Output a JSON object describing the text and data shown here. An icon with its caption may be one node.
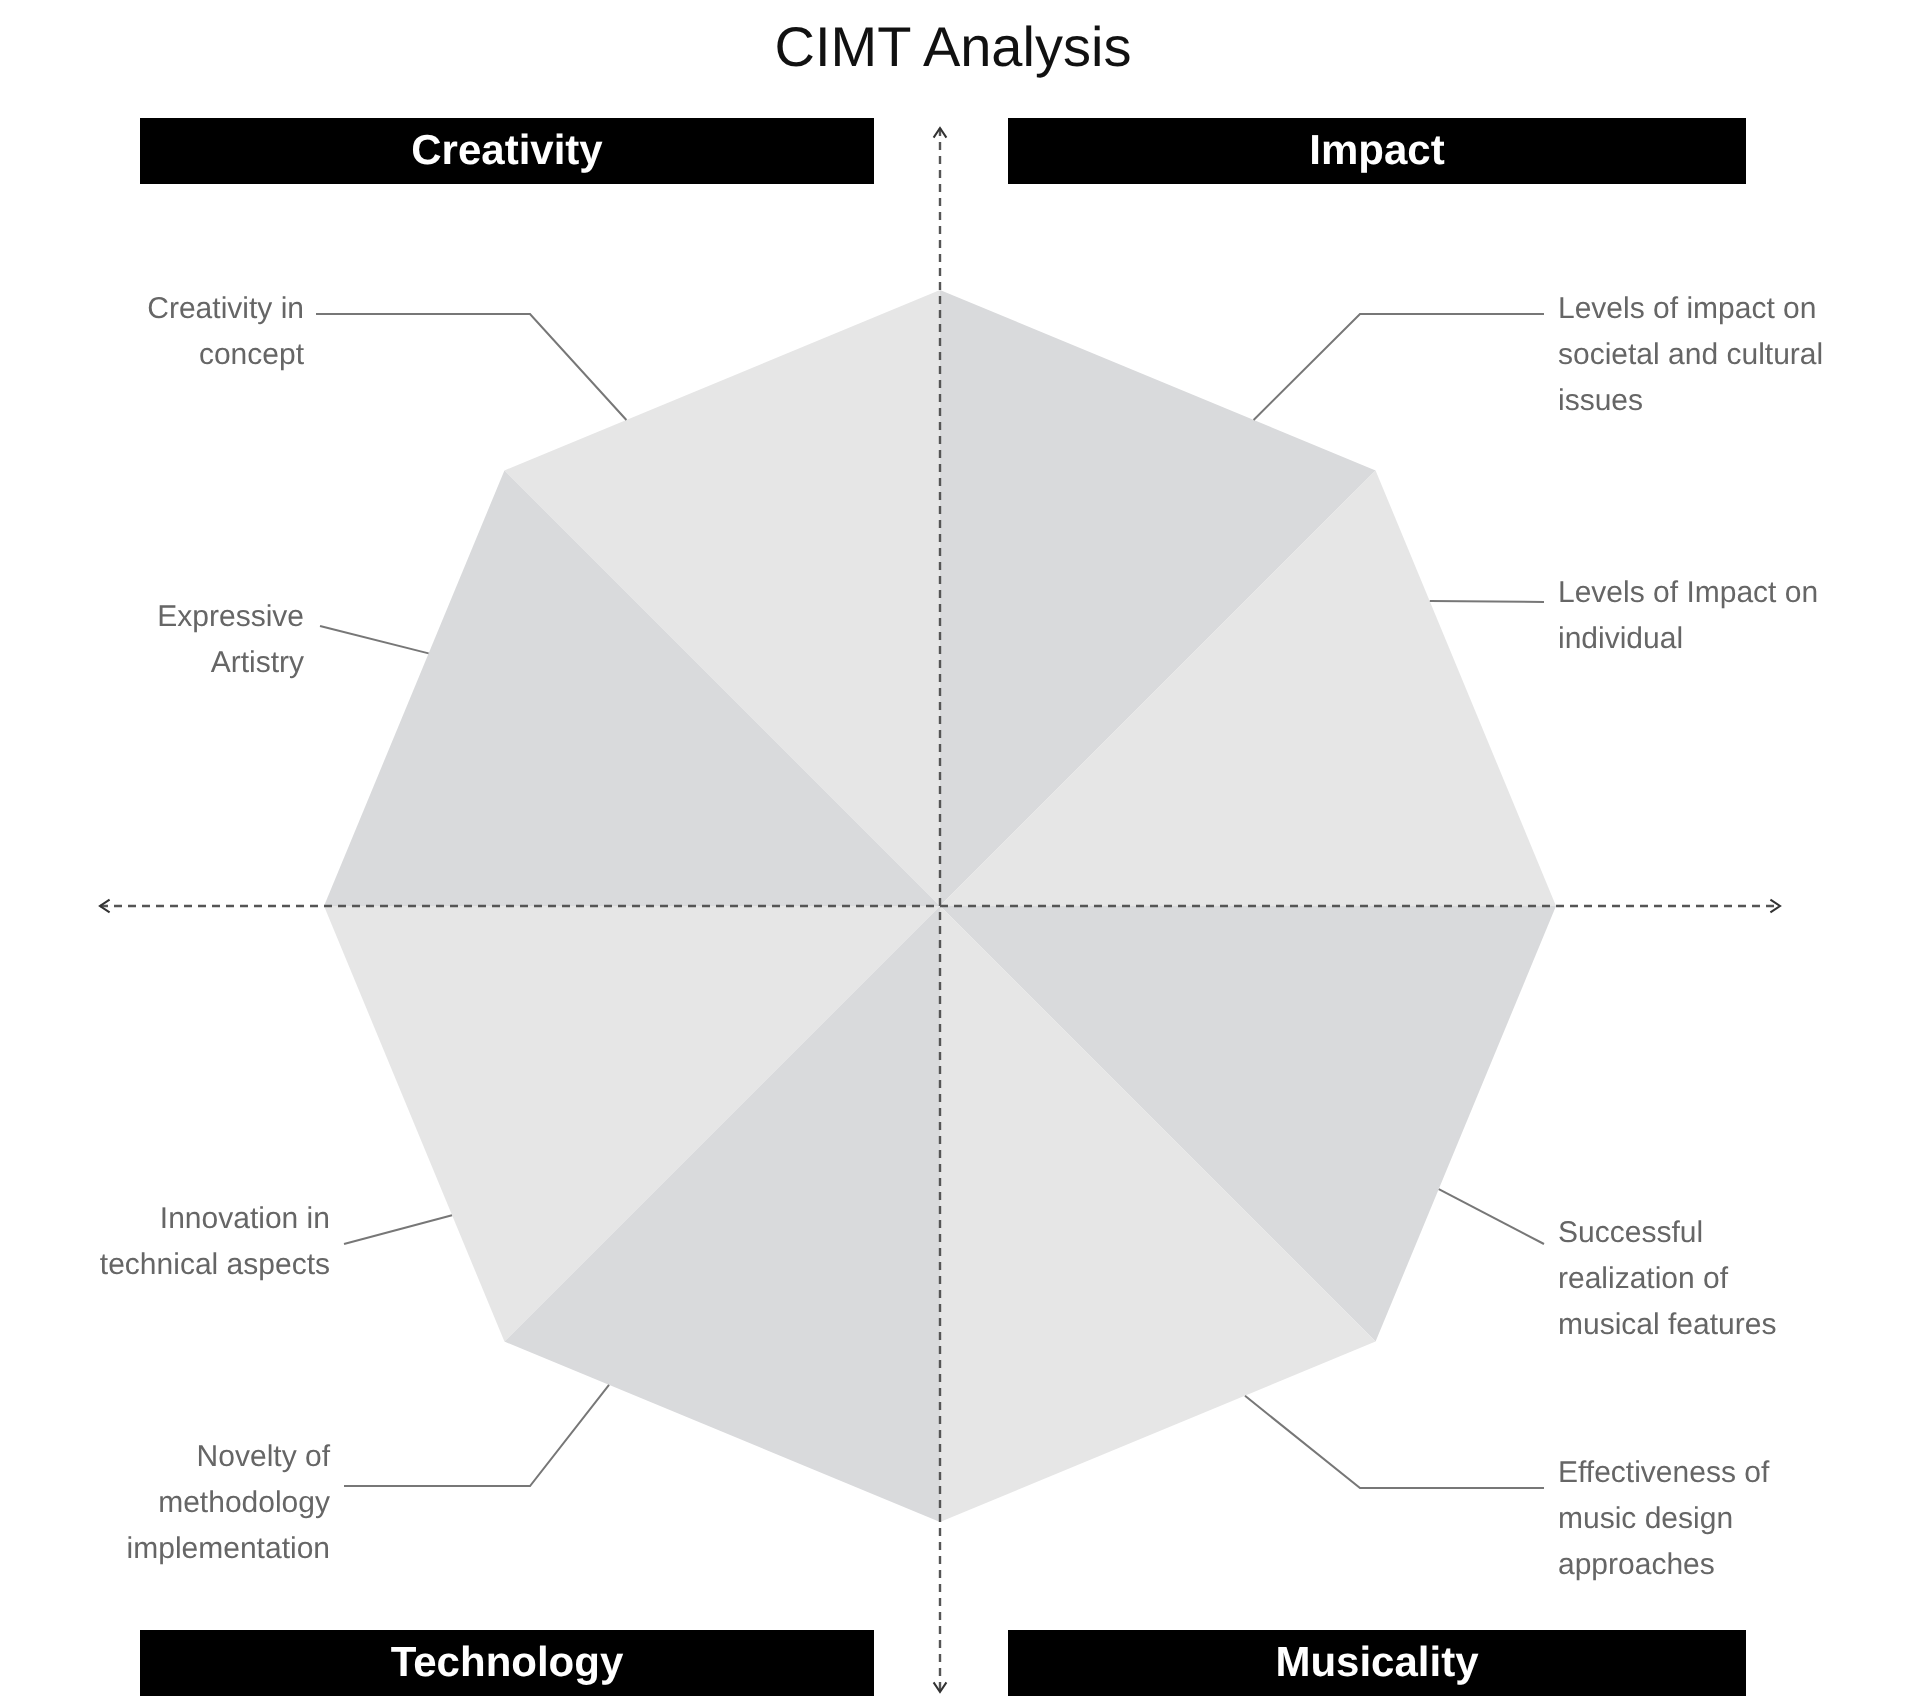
{
  "diagram": {
    "title": "CIMT Analysis",
    "nodes": [
      {
        "text": [
          "Creativity"
        ]
      },
      {
        "text": [
          "Impact"
        ]
      },
      {
        "text": [
          "Creativity in concept"
        ]
      },
      {
        "text": [
          "Levels of impact on societal and cultural issues"
        ]
      },
      {
        "text": [
          "Expressive Artistry"
        ]
      },
      {
        "text": [
          "Levels of Impact on individual"
        ]
      },
      {
        "text": [
          "Innovation in technical aspects"
        ]
      },
      {
        "text": [
          "Successful realization of musical features"
        ]
      },
      {
        "text": [
          "Novelty of methodology implementation"
        ]
      },
      {
        "text": [
          "Effectiveness of music design approaches"
        ]
      },
      {
        "text": [
          "Technology"
        ]
      },
      {
        "text": [
          "Musicality"
        ]
      },
      {
        "text": [],
        "shape": "triangle"
      },
      {
        "text": [],
        "shape": "triangle"
      },
      {
        "text": [],
        "shape": "triangle"
      },
      {
        "text": [],
        "shape": "triangle"
      },
      {
        "text": [],
        "shape": "triangle"
      },
      {
        "text": [],
        "shape": "triangle"
      },
      {
        "text": [],
        "shape": "triangle"
      },
      {
        "text": [],
        "shape": "triangle"
      }
    ],
    "edges": [
      {
        "from": 2,
        "to": 12,
        "arrow": "none"
      },
      {
        "from": 3,
        "to": 13,
        "arrow": "none"
      },
      {
        "from": 4,
        "to": 14,
        "arrow": "none"
      },
      {
        "from": 5,
        "to": 15,
        "arrow": "none"
      },
      {
        "from": 6,
        "to": 16,
        "arrow": "none"
      },
      {
        "from": 7,
        "to": 17,
        "arrow": "none"
      },
      {
        "from": 8,
        "to": 18,
        "arrow": "none"
      },
      {
        "from": 9,
        "to": 19,
        "arrow": "none"
      }
    ]
  }
}
